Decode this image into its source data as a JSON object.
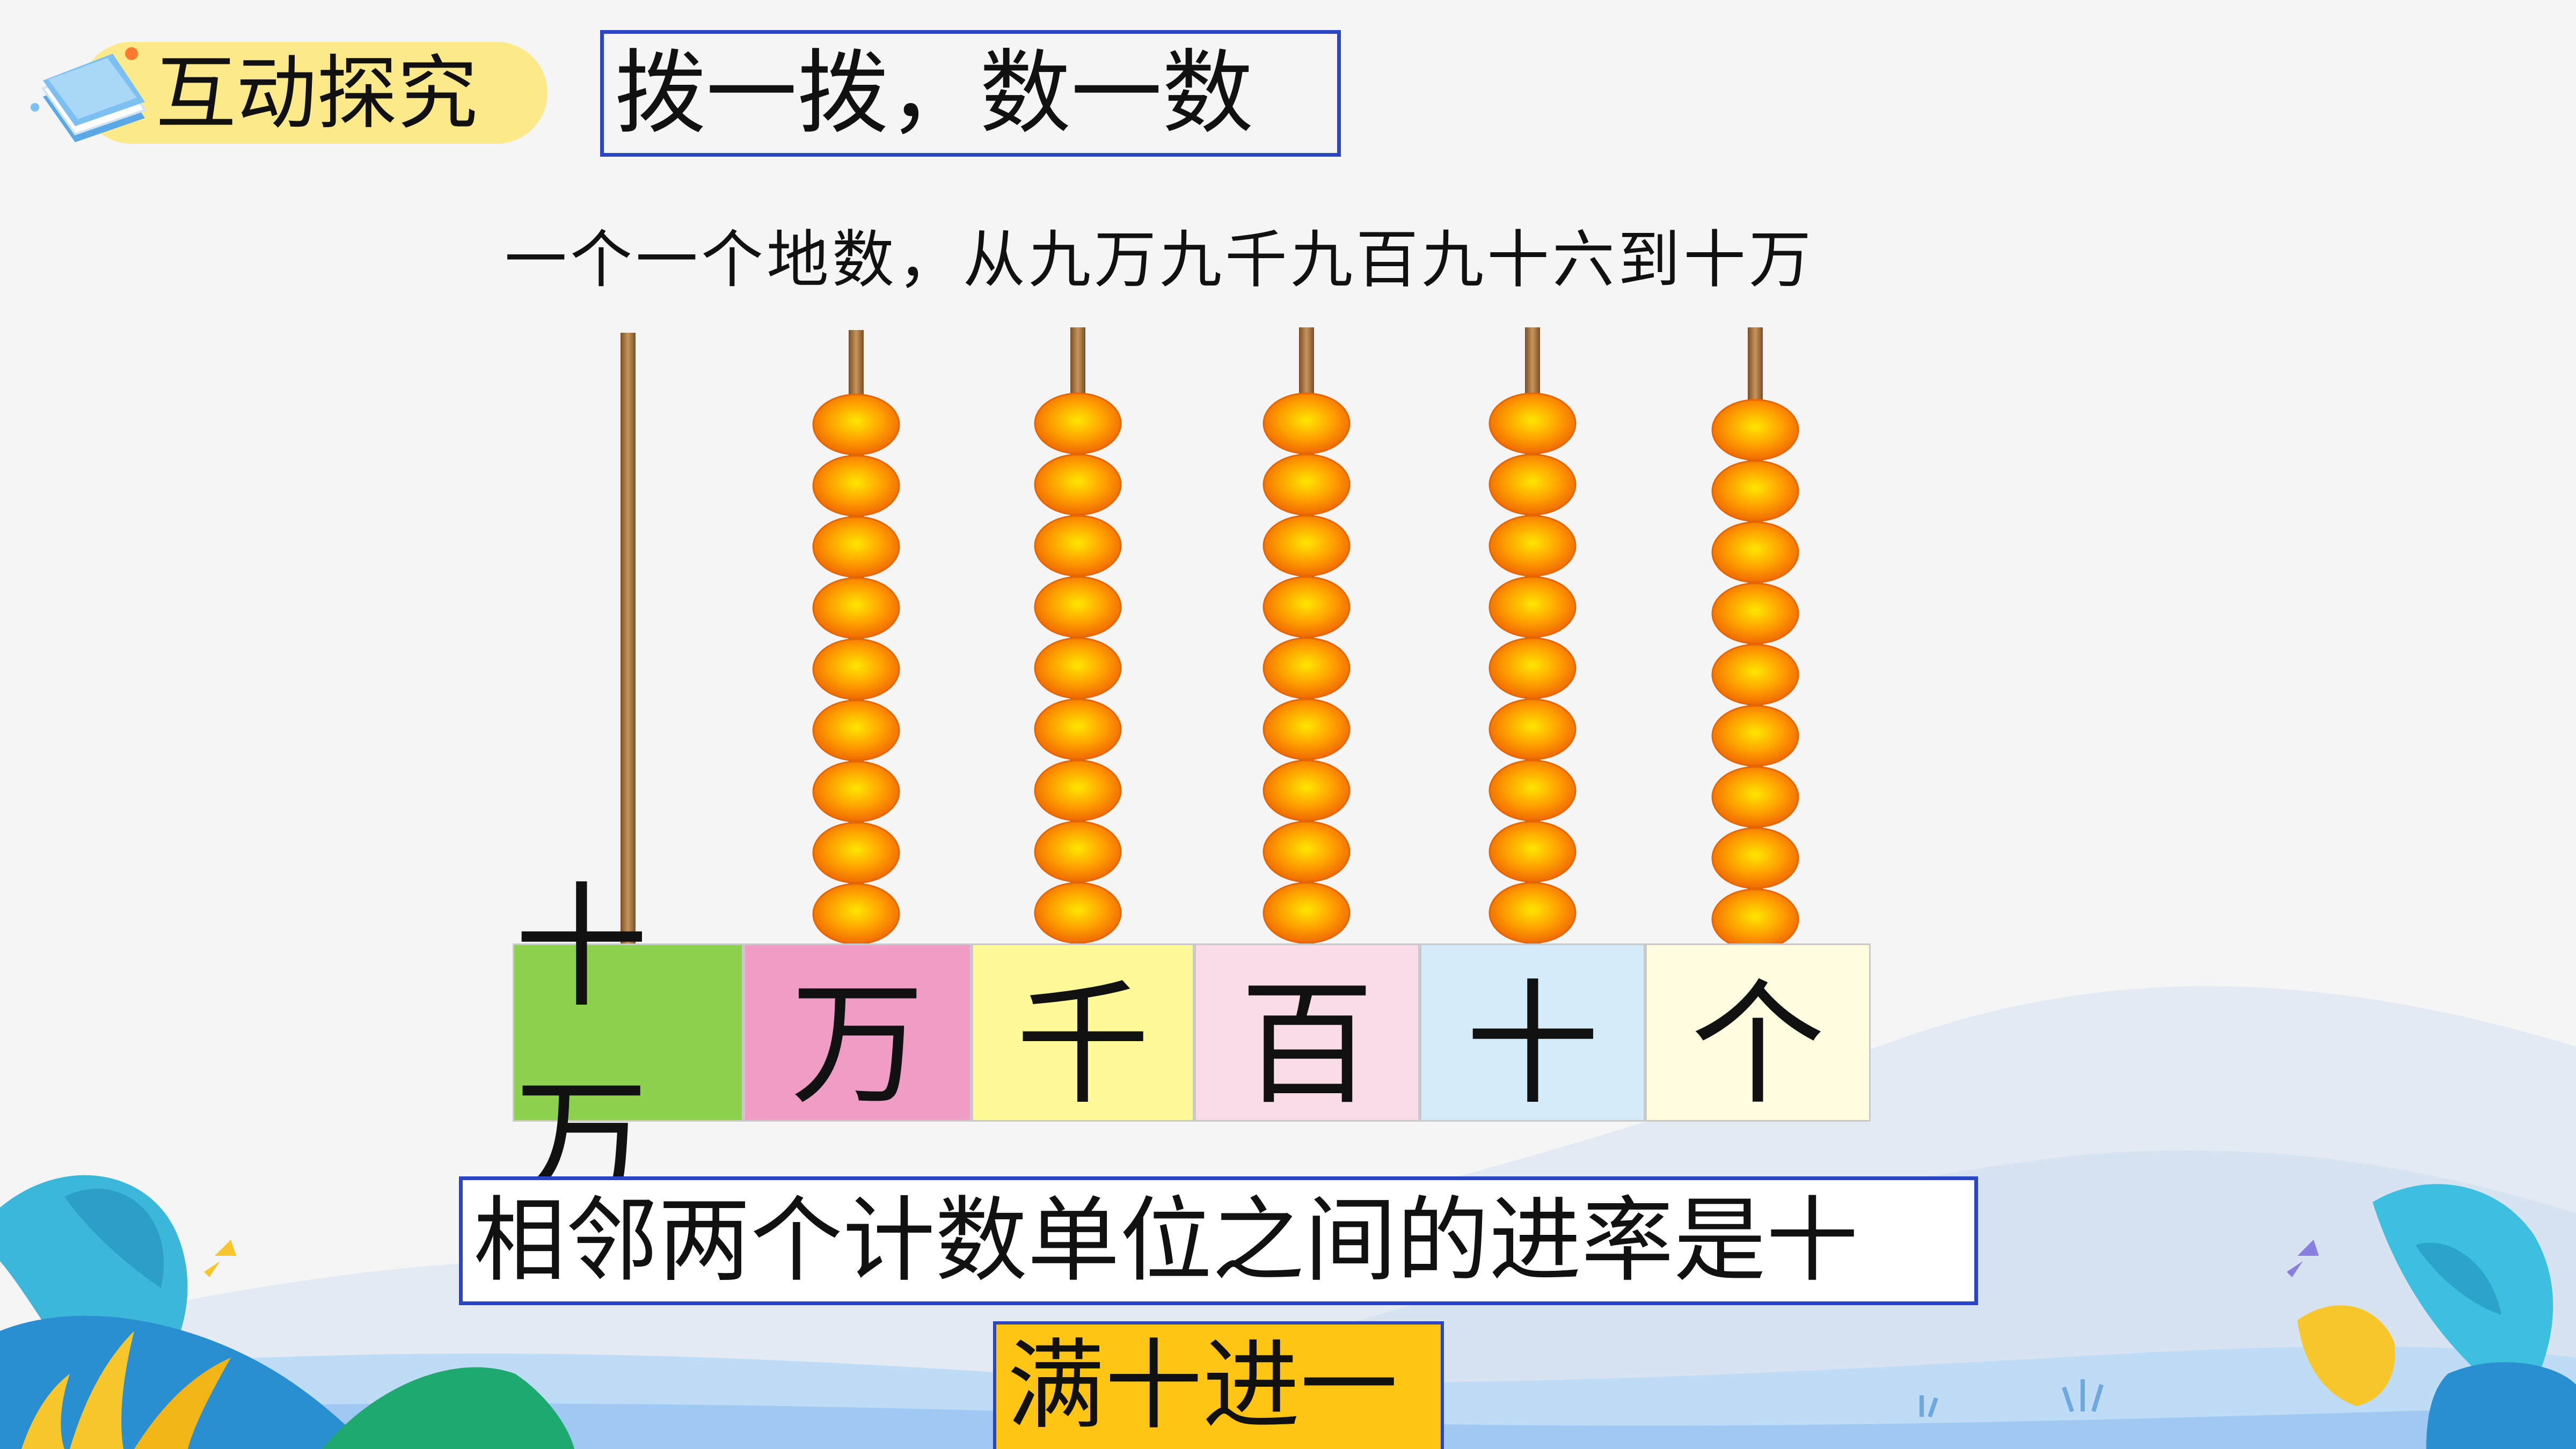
{
  "header": {
    "section_label": "互动探究",
    "book_icon": "book-stack-icon"
  },
  "title": "拨一拨，数一数",
  "instruction": "一个一个地数，从九万九千九百九十六到十万",
  "abacus": {
    "rods": [
      {
        "place": "十万",
        "beads": 0,
        "color": "#8dd14f"
      },
      {
        "place": "万",
        "beads": 9,
        "color": "#ef9dc4"
      },
      {
        "place": "千",
        "beads": 9,
        "color": "#fff998"
      },
      {
        "place": "百",
        "beads": 9,
        "color": "#fadce8"
      },
      {
        "place": "十",
        "beads": 9,
        "color": "#d5ebf9"
      },
      {
        "place": "个",
        "beads": 9,
        "color": "#fffce0"
      }
    ],
    "bead_color": "#ff8a00",
    "rod_color": "#a0713f"
  },
  "rule": "相邻两个计数单位之间的进率是十",
  "carry_rule": "满十进一",
  "colors": {
    "badge": "#fce98a",
    "border_blue": "#2a46c7",
    "carry_yellow": "#fec515"
  }
}
